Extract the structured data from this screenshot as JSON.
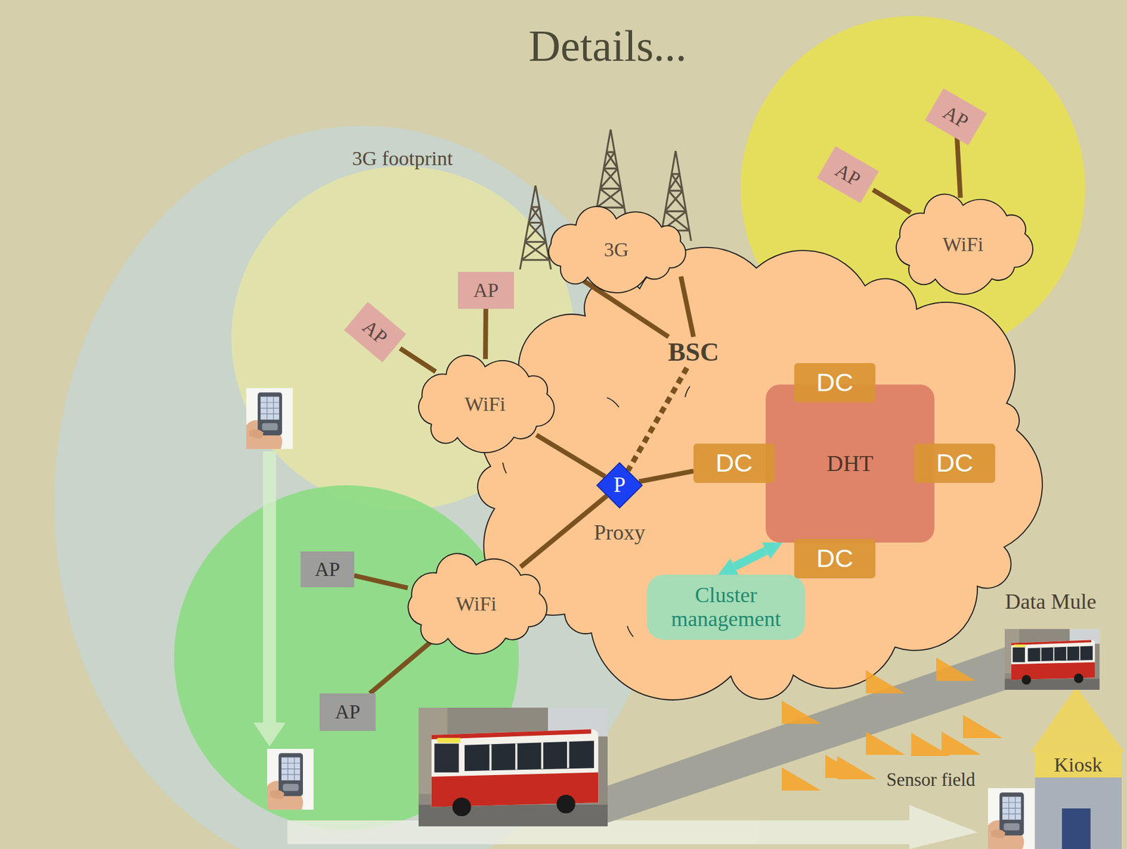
{
  "diagram": {
    "title": "Details...",
    "nodes": [
      {
        "text": [
          "3G footprint"
        ]
      },
      {
        "text": [
          "3G"
        ]
      },
      {
        "text": [
          "AP"
        ]
      },
      {
        "text": [
          "AP"
        ]
      },
      {
        "text": [
          "WiFi"
        ]
      },
      {
        "text": [
          "AP"
        ],
        "in": 0
      },
      {
        "text": [
          "AP"
        ],
        "in": 0
      },
      {
        "text": [
          "WiFi"
        ],
        "in": 0
      },
      {
        "text": [
          "BSC"
        ]
      },
      {
        "text": [
          "DC"
        ]
      },
      {
        "text": [
          "DHT"
        ]
      },
      {
        "text": [
          "DC"
        ]
      },
      {
        "text": [
          "DC"
        ]
      },
      {
        "text": [
          "P",
          "Proxy"
        ]
      },
      {
        "text": [
          "DC"
        ]
      },
      {
        "text": [
          "AP"
        ],
        "in": 0
      },
      {
        "text": [
          "WiFi"
        ],
        "in": 0
      },
      {
        "text": [
          "Cluster management"
        ]
      },
      {
        "text": [
          "AP"
        ],
        "in": 0
      },
      {
        "text": [
          "Kiosk"
        ]
      }
    ],
    "edges": [
      {
        "from": 2,
        "to": 4,
        "arrow": "none"
      },
      {
        "from": 3,
        "to": 4,
        "arrow": "none"
      },
      {
        "from": 1,
        "to": 8,
        "arrow": "none"
      },
      {
        "from": 1,
        "to": 8,
        "arrow": "none"
      },
      {
        "from": 5,
        "to": 7,
        "arrow": "none"
      },
      {
        "from": 6,
        "to": 7,
        "arrow": "none"
      },
      {
        "from": 7,
        "to": 13,
        "arrow": "none"
      },
      {
        "from": 8,
        "to": 13,
        "arrow": "none"
      },
      {
        "from": 13,
        "to": 11,
        "arrow": "none"
      },
      {
        "from": 15,
        "to": 16,
        "arrow": "none"
      },
      {
        "from": 18,
        "to": 16,
        "arrow": "none"
      },
      {
        "from": 16,
        "to": 13,
        "arrow": "none"
      },
      {
        "from": 17,
        "to": 10,
        "arrow": "both"
      }
    ],
    "labels": [
      "Data Mule",
      "Sensor field"
    ]
  }
}
